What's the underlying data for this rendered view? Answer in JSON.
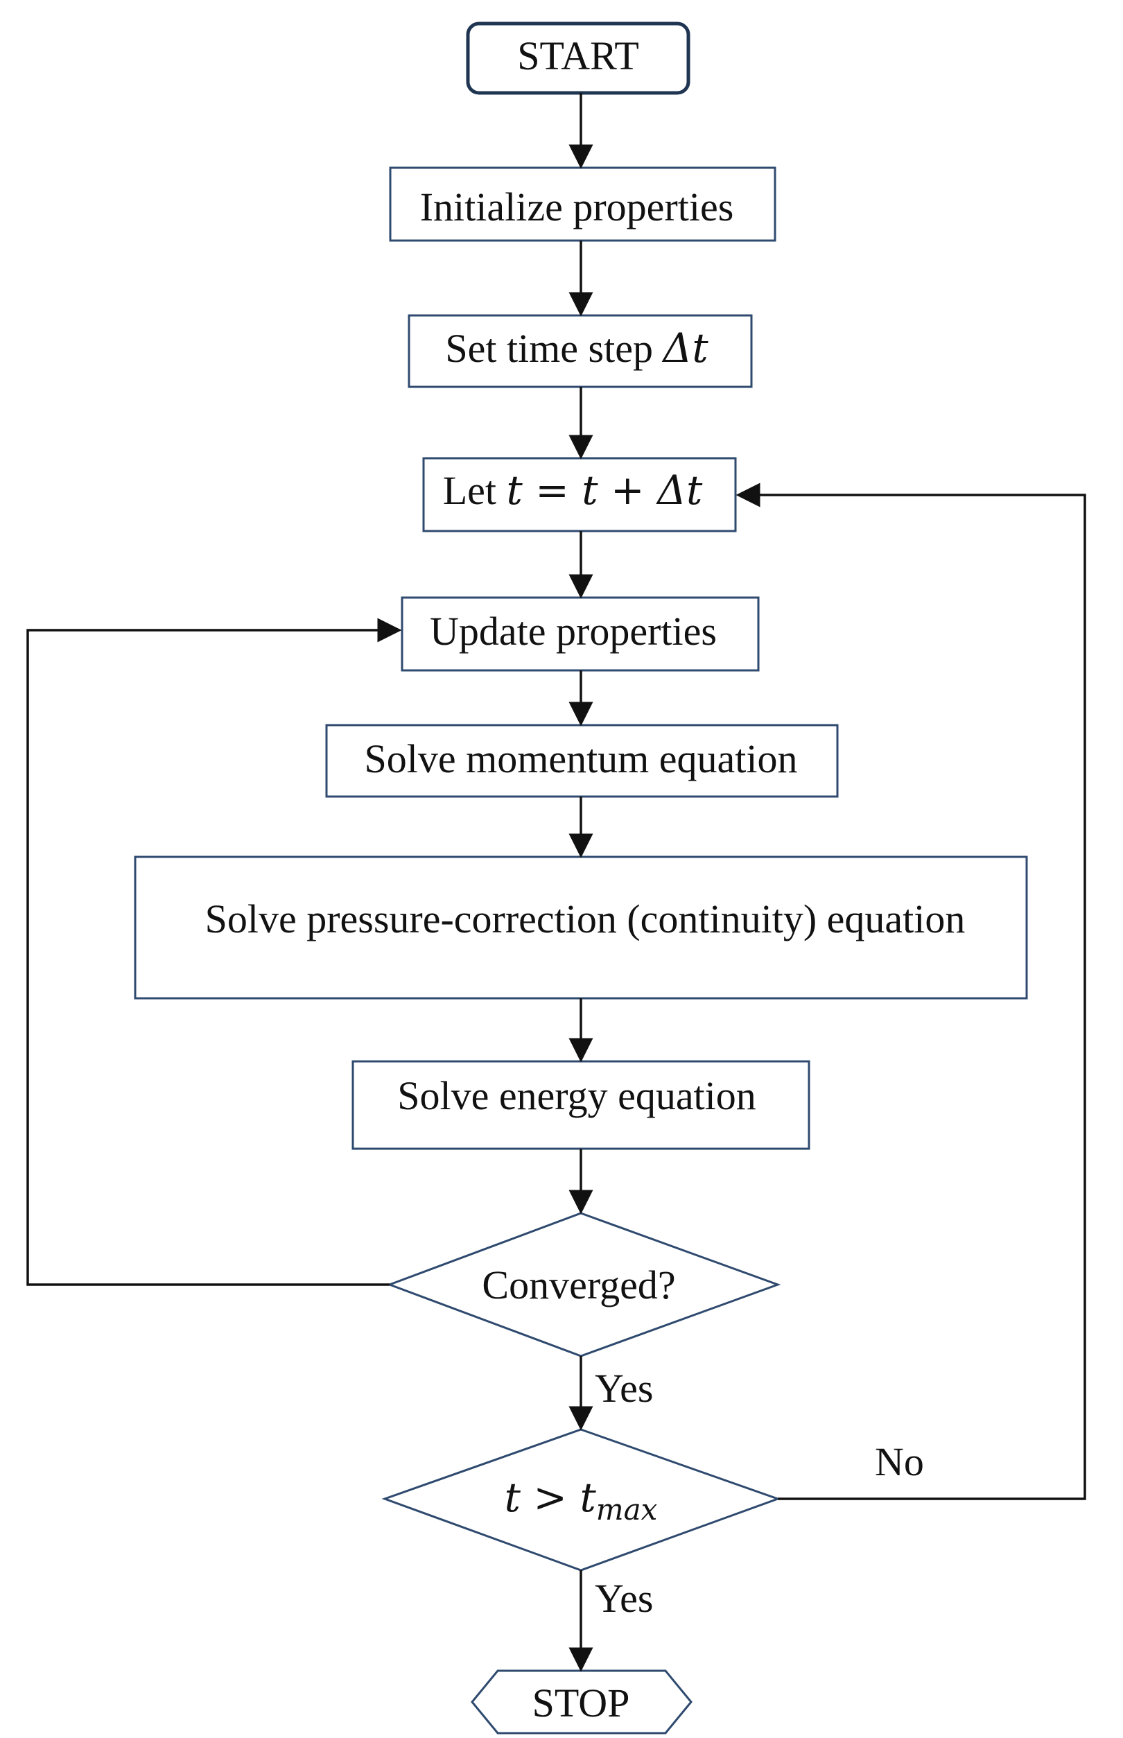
{
  "nodes": {
    "start": "START",
    "initialize": "Initialize properties",
    "set_time_step_text": "Set time step ",
    "set_time_step_math": "Δt",
    "let_text": "Let ",
    "let_math": "t = t + Δt",
    "update": "Update properties",
    "momentum": "Solve momentum equation",
    "pressure": "Solve pressure-correction (continuity) equation",
    "energy": "Solve energy equation",
    "converged": "Converged?",
    "tmax_lhs": "t > t",
    "tmax_sub": "max",
    "stop": "STOP"
  },
  "edges": {
    "yes_converged": "Yes",
    "yes_tmax": "Yes",
    "no_tmax": "No"
  },
  "colors": {
    "box_stroke": "#2f4a6f",
    "terminal_stroke": "#1f3552",
    "arrow": "#111111"
  }
}
